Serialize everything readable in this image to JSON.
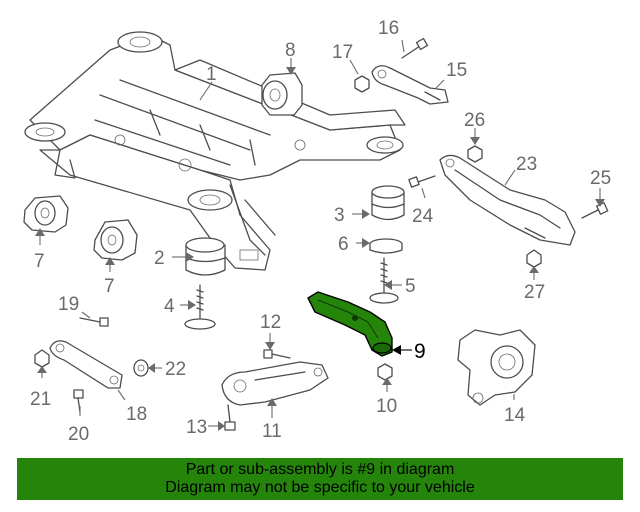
{
  "diagram": {
    "highlight_color": "#25850b",
    "highlighted_part": "9",
    "callouts": [
      "1",
      "2",
      "3",
      "4",
      "5",
      "6",
      "7",
      "7",
      "8",
      "9",
      "10",
      "11",
      "12",
      "13",
      "14",
      "15",
      "16",
      "17",
      "18",
      "19",
      "20",
      "21",
      "22",
      "23",
      "24",
      "25",
      "26",
      "27"
    ]
  },
  "banner": {
    "line1": "Part or sub-assembly is #9 in diagram",
    "line2": "Diagram may not be specific to your vehicle",
    "background": "#25850b"
  }
}
